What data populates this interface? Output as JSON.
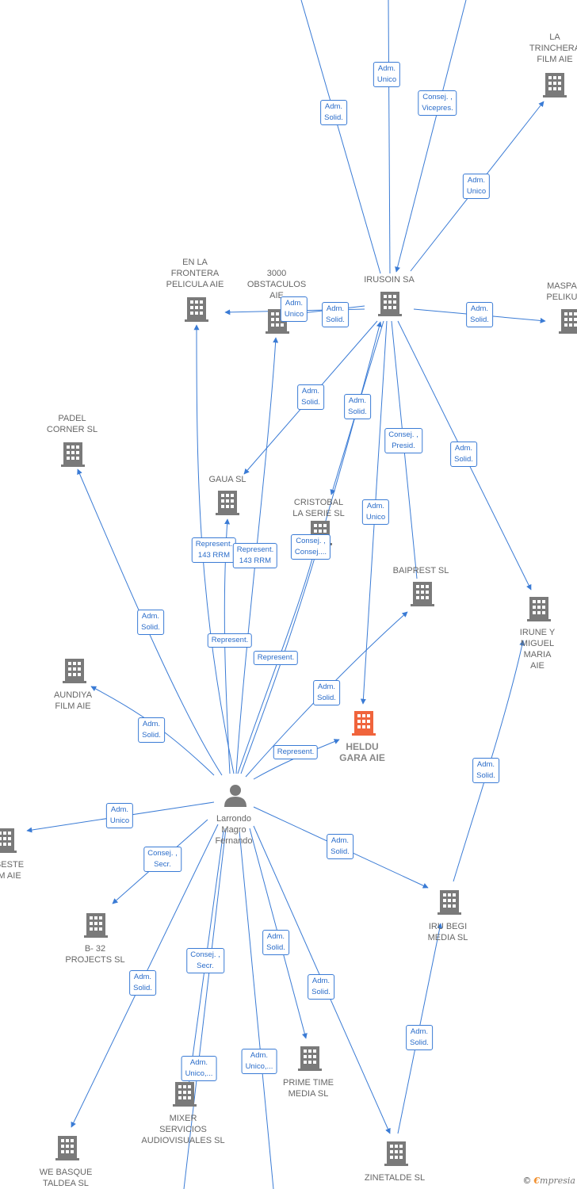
{
  "colors": {
    "edge": "#3a7bd5",
    "building": "#7a7a7a",
    "focus": "#f0643c",
    "person": "#7a7a7a"
  },
  "nodes": [
    {
      "id": "la_trinchera",
      "label": "LA\nTRINCHERA\nFILM AIE",
      "type": "company"
    },
    {
      "id": "en_la_frontera",
      "label": "EN LA\nFRONTERA\nPELICULA  AIE",
      "type": "company"
    },
    {
      "id": "obstaculos",
      "label": "3000\nOBSTACULOS\nAIE",
      "type": "company"
    },
    {
      "id": "irusoin",
      "label": "IRUSOIN SA",
      "type": "company"
    },
    {
      "id": "maspalomas",
      "label": "MASPAL\nPELIKUL",
      "type": "company"
    },
    {
      "id": "padel",
      "label": "PADEL\nCORNER SL",
      "type": "company"
    },
    {
      "id": "gaua",
      "label": "GAUA  SL",
      "type": "company"
    },
    {
      "id": "cristobal",
      "label": "CRISTOBAL\nLA SERIE  SL",
      "type": "company"
    },
    {
      "id": "baiprest",
      "label": "BAIPREST  SL",
      "type": "company"
    },
    {
      "id": "irune",
      "label": "IRUNE Y\nMIGUEL\nMARIA  AIE",
      "type": "company"
    },
    {
      "id": "aundiya",
      "label": "AUNDIYA\nFILM AIE",
      "type": "company"
    },
    {
      "id": "heldu",
      "label": "HELDU\nGARA  AIE",
      "type": "focus"
    },
    {
      "id": "larrondo",
      "label": "Larrondo\nMagro\nFernando",
      "type": "person"
    },
    {
      "id": "beste",
      "label": "BESTE\nM AIE",
      "type": "company"
    },
    {
      "id": "b32",
      "label": "B- 32\nPROJECTS SL",
      "type": "company"
    },
    {
      "id": "iru_begi",
      "label": "IRU BEGI\nMEDIA  SL",
      "type": "company"
    },
    {
      "id": "prime",
      "label": "PRIME TIME\nMEDIA  SL",
      "type": "company"
    },
    {
      "id": "mixer",
      "label": "MIXER\nSERVICIOS\nAUDIOVISUALES SL",
      "type": "company"
    },
    {
      "id": "we_basque",
      "label": "WE BASQUE\nTALDEA  SL",
      "type": "company"
    },
    {
      "id": "zinetalde",
      "label": "ZINETALDE SL",
      "type": "company"
    }
  ],
  "edges": [
    {
      "label": "Adm.\nSolid."
    },
    {
      "label": "Adm.\nUnico"
    },
    {
      "label": "Consej. ,\nVicepres."
    },
    {
      "label": "Adm.\nUnico"
    },
    {
      "label": "Adm.\nUnico"
    },
    {
      "label": "Adm.\nSolid."
    },
    {
      "label": "Adm.\nSolid."
    },
    {
      "label": "Adm.\nSolid."
    },
    {
      "label": "Adm.\nSolid."
    },
    {
      "label": "Consej. ,\nPresid."
    },
    {
      "label": "Adm.\nUnico"
    },
    {
      "label": "Adm.\nSolid."
    },
    {
      "label": "Adm.\nSolid."
    },
    {
      "label": "Represent.\n143 RRM"
    },
    {
      "label": "Represent.\n143 RRM"
    },
    {
      "label": "Consej. ,\nConsej...."
    },
    {
      "label": "Represent."
    },
    {
      "label": "Represent."
    },
    {
      "label": "Adm.\nSolid."
    },
    {
      "label": "Adm.\nSolid."
    },
    {
      "label": "Represent."
    },
    {
      "label": "Adm.\nSolid."
    },
    {
      "label": "Adm.\nUnico"
    },
    {
      "label": "Consej. ,\nSecr."
    },
    {
      "label": "Adm.\nSolid."
    },
    {
      "label": "Adm.\nSolid."
    },
    {
      "label": "Consej. ,\nSecr."
    },
    {
      "label": "Adm.\nSolid."
    },
    {
      "label": "Adm.\nSolid."
    },
    {
      "label": "Adm.\nUnico,..."
    },
    {
      "label": "Adm.\nUnico,..."
    },
    {
      "label": "Adm.\nSolid."
    },
    {
      "label": "Adm.\nSolid."
    }
  ],
  "footer": {
    "copyright": "©",
    "brand_initial": "€",
    "brand_rest": "mpresia"
  }
}
